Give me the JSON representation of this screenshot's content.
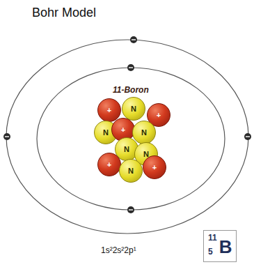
{
  "diagram": {
    "title": "Bohr Model",
    "nodes": [
      {
        "text": [
          "+"
        ]
      },
      {
        "text": [
          "N"
        ]
      },
      {
        "text": [
          "+"
        ]
      },
      {
        "text": [
          "N"
        ]
      },
      {
        "text": [
          "+"
        ]
      },
      {
        "text": [
          "N"
        ]
      },
      {
        "text": [
          "N"
        ]
      },
      {
        "text": [
          "N"
        ]
      },
      {
        "text": [
          "+"
        ]
      },
      {
        "text": [
          "N"
        ]
      },
      {
        "text": [
          "+"
        ]
      },
      {
        "text": [
          "11",
          "5",
          "B"
        ]
      }
    ],
    "labels": [
      "11-Boron",
      "1s²2s²2p¹"
    ]
  }
}
